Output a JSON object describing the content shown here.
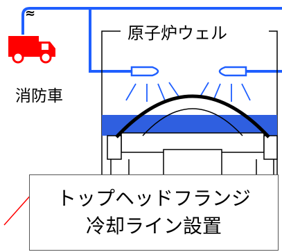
{
  "labels": {
    "reactor_well": "原子炉ウェル",
    "fire_truck": "消防車",
    "truck_mark": "≈"
  },
  "callout": {
    "line1": "トップヘッドフランジ",
    "line2": "冷却ライン設置"
  },
  "colors": {
    "water_line": "#1f5fff",
    "truck_body": "#ff0000",
    "well_water": "#2f5fe0",
    "leader_line": "#ff0000",
    "outline": "#000000"
  }
}
